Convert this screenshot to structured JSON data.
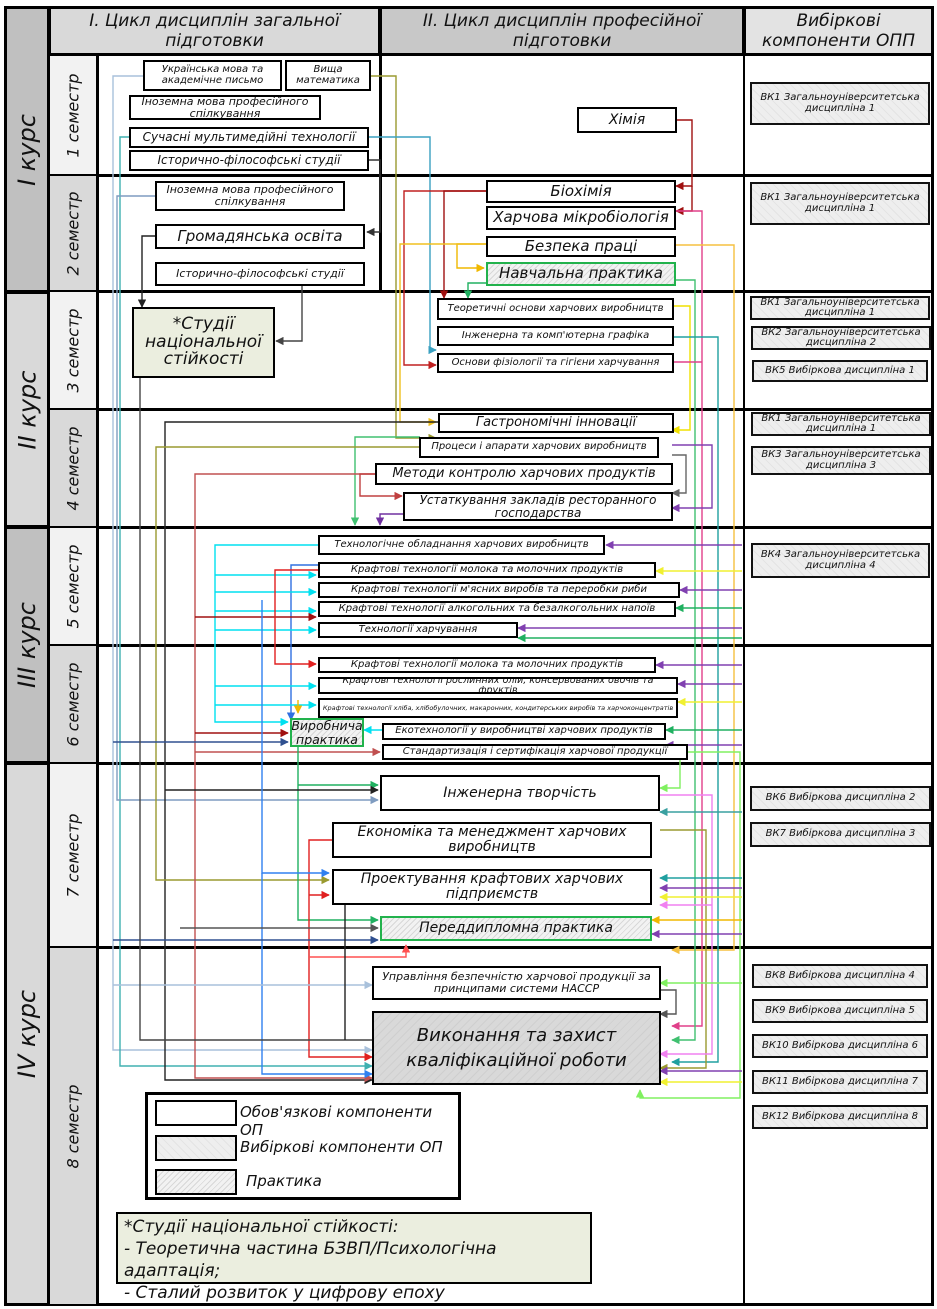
{
  "headers": {
    "cycle1": "І. Цикл дисциплін загальної підготовки",
    "cycle2": "ІІ. Цикл дисциплін професійної підготовки",
    "electives": "Вибіркові компоненти ОПП"
  },
  "courses": [
    "І курс",
    "ІІ курс",
    "ІІІ курс",
    "ІV курс"
  ],
  "semesters": [
    "1 семестр",
    "2 семестр",
    "3 семестр",
    "4 семестр",
    "5 семестр",
    "6 семестр",
    "7 семестр",
    "8 семестр"
  ],
  "general": {
    "s1": [
      "Українська мова та академічне письмо",
      "Вища математика",
      "Іноземна мова професійного спілкування",
      "Сучасні мультимедійні технології",
      "Історично-філософські студії"
    ],
    "s2": [
      "Іноземна мова професійного спілкування",
      "Громадянська освіта",
      "Історично-філософські студії"
    ],
    "s3": [
      "*Студії національної стійкості"
    ]
  },
  "professional": {
    "s1": [
      "Хімія"
    ],
    "s2": [
      "Біохімія",
      "Харчова мікробіологія",
      "Безпека праці",
      "Навчальна практика"
    ],
    "s3": [
      "Теоретичні основи харчових виробництв",
      "Інженерна та комп'ютерна графіка",
      "Основи фізіології та гігієни харчування"
    ],
    "s4": [
      "Гастрономічні інновації",
      "Процеси і апарати харчових виробництв",
      "Методи контролю харчових продуктів",
      "Устаткування закладів ресторанного господарства"
    ],
    "s5": [
      "Технологічне обладнання харчових виробництв",
      "Крафтові технології молока та молочних продуктів",
      "Крафтові технології м'ясних виробів та переробки риби",
      "Крафтові технології алкогольних та безалкогольних напоїв",
      "Технології харчування"
    ],
    "s6": [
      "Крафтові технології молока та молочних продуктів",
      "Крафтові технології рослинних олій, консервованих овочів та фруктів",
      "Крафтові технології хліба, хлібобулочних, макаронних, кондитерських виробів та харчоконцентратів",
      "Виробнича практика",
      "Екотехнології у виробництві харчових продуктів",
      "Стандартизація і сертифікація харчової продукції"
    ],
    "s7": [
      "Інженерна творчість",
      "Економіка та менеджмент харчових виробництв",
      "Проектування крафтових харчових підприємств",
      "Переддипломна практика"
    ],
    "s8": [
      "Управління безпечністю харчової продукції за принципами системи НАССР",
      "Виконання та захист кваліфікаційної роботи"
    ]
  },
  "electives": {
    "s1": [
      "ВК1 Загальноуніверситетська дисципліна 1"
    ],
    "s2": [
      "ВК1 Загальноуніверситетська дисципліна 1"
    ],
    "s3": [
      "ВК1 Загальноуніверситетська дисципліна 1",
      "ВК2 Загальноуніверситетська дисципліна 2",
      "ВК5 Вибіркова дисципліна 1"
    ],
    "s4": [
      "ВК1 Загальноуніверситетська дисципліна 1",
      "ВК3 Загальноуніверситетська дисципліна 3"
    ],
    "s5": [
      "ВК4 Загальноуніверситетська дисципліна 4"
    ],
    "s7": [
      "ВК6 Вибіркова дисципліна 2",
      "ВК7 Вибіркова дисципліна 3"
    ],
    "s8": [
      "ВК8 Вибіркова дисципліна 4",
      "ВК9 Вибіркова дисципліна 5",
      "ВК10 Вибіркова дисципліна 6",
      "ВК11 Вибіркова дисципліна 7",
      "ВК12 Вибіркова дисципліна 8"
    ]
  },
  "legend": [
    {
      "label": "Обов'язкові компоненти ОП",
      "kind": "mandatory"
    },
    {
      "label": "Вибіркові компоненти ОП",
      "kind": "elective"
    },
    {
      "label": "Практика",
      "kind": "practice"
    }
  ],
  "note": {
    "title": "*Студії національної стійкості:",
    "lines": [
      "- Теоретична частина БЗВП/Психологічна адаптація;",
      "- Сталий розвиток у цифрову епоху"
    ]
  },
  "colors": {
    "header_bg": "#d9d9d9",
    "course_dark": "#c0c0c0",
    "course_light": "#d9d9d9",
    "sem_light": "#f2f2f2",
    "practice_border": "#22b24c",
    "national_bg": "#ebeedf"
  }
}
